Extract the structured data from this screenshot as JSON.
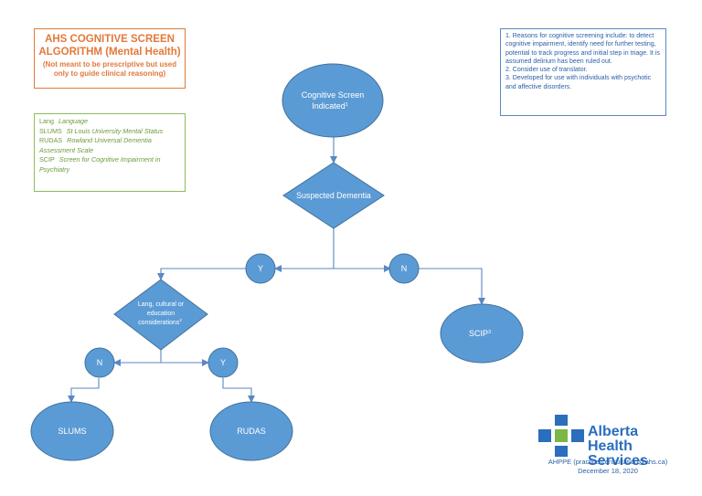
{
  "title": {
    "main": "AHS COGNITIVE SCREEN ALGORITHM (Mental Health)",
    "sub": "(Not meant to be prescriptive but used only to guide clinical reasoning)"
  },
  "legend": [
    {
      "abbr": "Lang",
      "full": "Language"
    },
    {
      "abbr": "SLUMS",
      "full": "St Louis University Mental Status"
    },
    {
      "abbr": "RUDAS",
      "full": "Rowland Universal Dementia Assessment Scale"
    },
    {
      "abbr": "SCIP",
      "full": "Screen for Cognitive Impairment in Psychiatry"
    }
  ],
  "notes": [
    "1. Reasons for cognitive screening include: to detect cognitive impairment, identify need for further testing, potential to track progress and initial step in triage.  It is assumed delirium has been ruled out.",
    "2. Consider use of translator.",
    "3.  Developed for use with individuals with psychotic and affective disorders."
  ],
  "nodes": {
    "start": {
      "line1": "Cognitive Screen",
      "line2": "Indicated",
      "sup": "1"
    },
    "dementia": "Suspected Dementia",
    "lang": {
      "line1": "Lang, cultural or",
      "line2": "education",
      "line3": "considerations",
      "sup": "2"
    },
    "yes_label": "Y",
    "no_label": "N",
    "scip": {
      "label": "SCIP",
      "sup": "3"
    },
    "slums": "SLUMS",
    "rudas": "RUDAS"
  },
  "logo": {
    "line1": "Alberta Health",
    "line2": "Services"
  },
  "footer": {
    "contact": "AHPPE (practice.consultation@ahs.ca)",
    "date": "December 18, 2020"
  },
  "colors": {
    "node_fill": "#5b9bd5",
    "node_stroke": "#41719c",
    "title": "#e2793a",
    "legend": "#6c9b3c",
    "notes": "#2b5ea8",
    "logo_blue": "#2a6ebd",
    "logo_green": "#7ab648"
  }
}
